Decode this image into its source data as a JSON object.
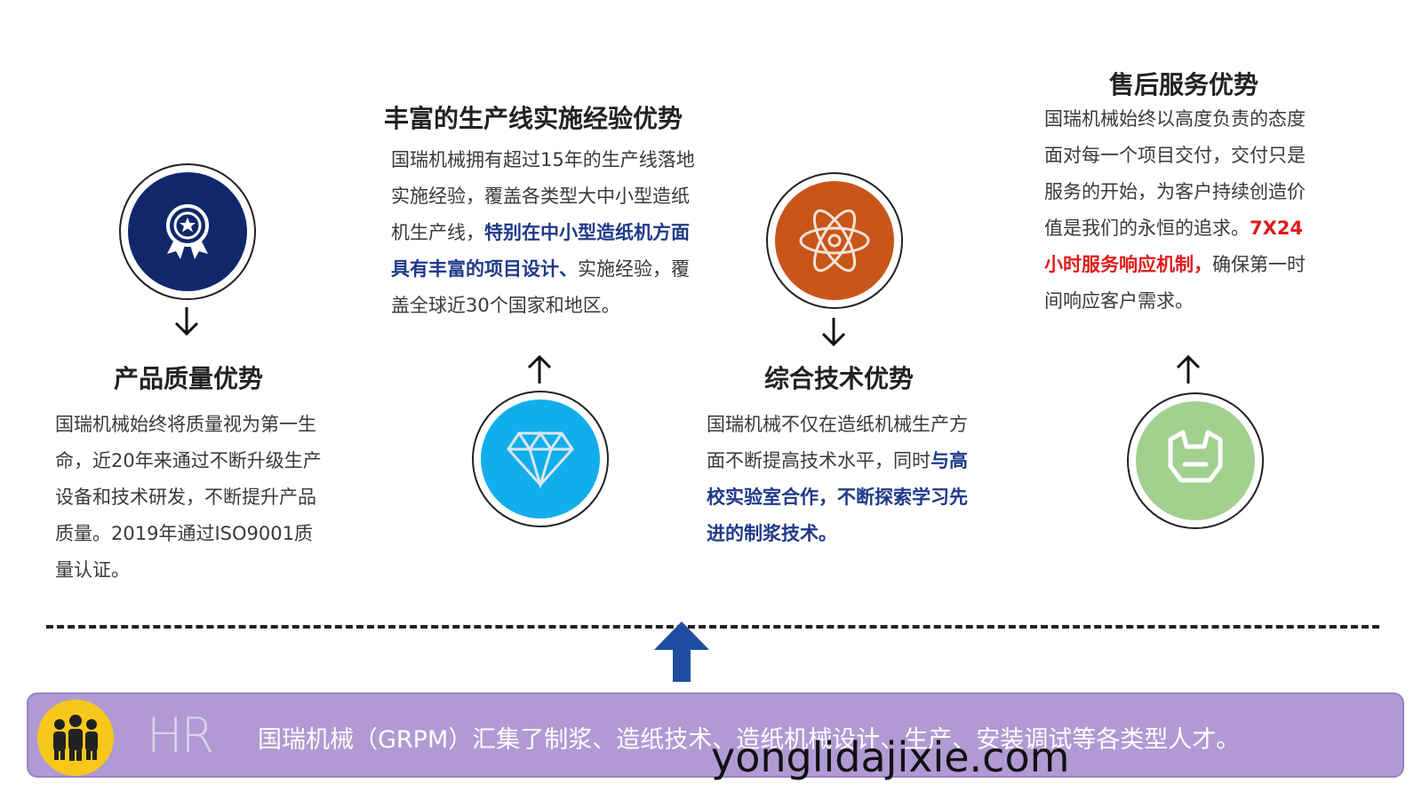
{
  "sections": {
    "quality": {
      "title": "产品质量优势",
      "lines": [
        "国瑞机械始终将质量视为第一生",
        "命，近20年来通过不断升级生产",
        "设备和技术研发，不断提升产品",
        "质量。2019年通过ISO9001质",
        "量认证。"
      ]
    },
    "production": {
      "title": "丰富的生产线实施经验优势",
      "line1": "国瑞机械拥有超过15年的生产线落地",
      "line2": "实施经验，覆盖各类型大中小型造纸",
      "line3_plain": "机生产线，",
      "line3_bold": "特别在中小型造纸机方面",
      "line4_bold": "具有丰富的项目设计、",
      "line4_plain": "实施经验，覆",
      "line5": "盖全球近30个国家和地区。"
    },
    "technology": {
      "title": "综合技术优势",
      "line1": "国瑞机械不仅在造纸机械生产方",
      "line2_plain": "面不断提高技术水平，同时",
      "line2_bold": "与高",
      "line3_bold": "校实验室合作，不断探索学习先",
      "line4_bold": "进的制浆技术。"
    },
    "service": {
      "title": "售后服务优势",
      "line1": "国瑞机械始终以高度负责的态度",
      "line2": "面对每一个项目交付，交付只是",
      "line3": "服务的开始，为客户持续创造价",
      "line4_plain": "值是我们的永恒的追求。",
      "line4_red": "7X24",
      "line5_red": "小时服务响应机制，",
      "line5_plain": "确保第一时",
      "line6": "间响应客户需求。"
    }
  },
  "banner": {
    "logo_text": "HR",
    "text": "国瑞机械（GRPM）汇集了制浆、造纸技术、造纸机械设计、生产、安装调试等各类型人才。"
  },
  "watermark": "yonglidajixie.com",
  "icons": {
    "quality": "award-medal-icon",
    "production": "diamond-icon",
    "technology": "atom-icon",
    "service": "wrench-icon",
    "banner": "team-icon"
  },
  "colors": {
    "navy": "#10286b",
    "sky": "#12aeeb",
    "orange": "#c8561a",
    "green": "#a2d08e",
    "purple": "#b19ad3",
    "yellow": "#f7c81b",
    "blue_text": "#1f3a8a",
    "red_text": "#e01b1b"
  }
}
